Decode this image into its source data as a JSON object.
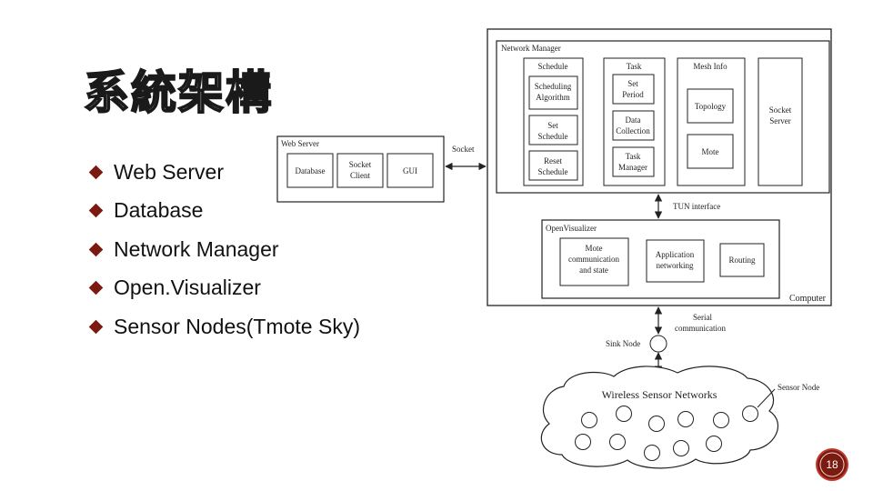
{
  "title": "系統架構",
  "bullets": [
    "Web Server",
    "Database",
    "Network Manager",
    "Open.Visualizer",
    "Sensor Nodes(Tmote Sky)"
  ],
  "diagram": {
    "network_manager": "Network Manager",
    "schedule": "Schedule",
    "scheduling_algorithm": [
      "Scheduling",
      "Algorithm"
    ],
    "set_schedule": [
      "Set",
      "Schedule"
    ],
    "reset_schedule": [
      "Reset",
      "Schedule"
    ],
    "task": "Task",
    "set_period": [
      "Set",
      "Period"
    ],
    "data_collection": [
      "Data",
      "Collection"
    ],
    "task_manager": [
      "Task",
      "Manager"
    ],
    "mesh_info": "Mesh Info",
    "topology": "Topology",
    "mote": "Mote",
    "socket_server": [
      "Socket",
      "Server"
    ],
    "web_server": "Web Server",
    "database": "Database",
    "socket_client": [
      "Socket",
      "Client"
    ],
    "gui": "GUI",
    "socket": "Socket",
    "tun_interface": "TUN interface",
    "open_visualizer": "OpenVisualizer",
    "mote_comm": [
      "Mote",
      "communication",
      "and state"
    ],
    "app_networking": [
      "Application",
      "networking"
    ],
    "routing": "Routing",
    "computer": "Computer",
    "serial_comm": [
      "Serial",
      "communication"
    ],
    "sink_node": "Sink Node",
    "wsn": "Wireless Sensor Networks",
    "sensor_node": "Sensor Node"
  },
  "page_number": "18",
  "colors": {
    "accent": "#7a1a10",
    "badge_ring": "#c0392b"
  }
}
